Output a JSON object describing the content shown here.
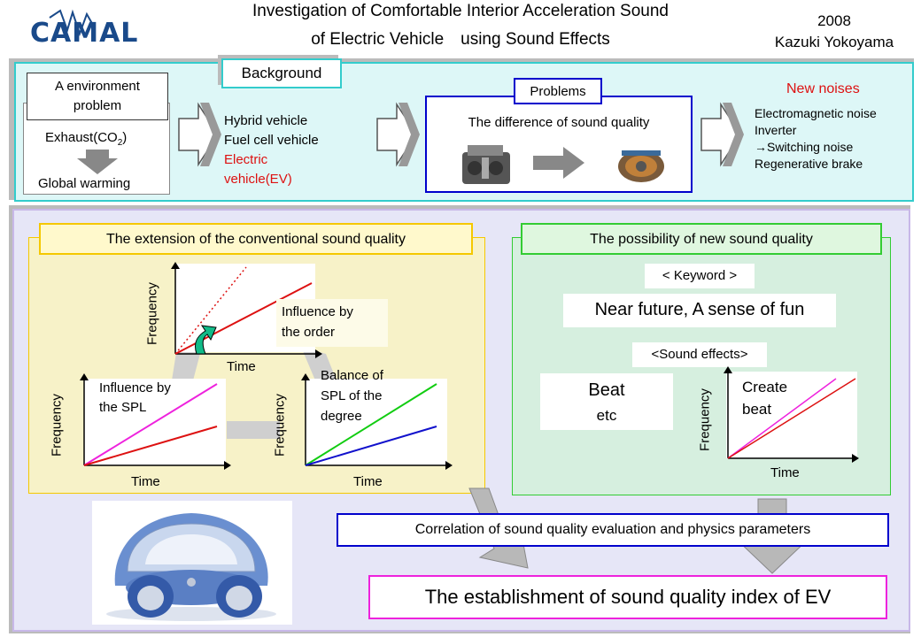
{
  "header": {
    "logo": "CAMAL",
    "title_line1": "Investigation of Comfortable Interior Acceleration Sound",
    "title_line2": "of Electric Vehicle　using Sound Effects",
    "year": "2008",
    "author": "Kazuki Yokoyama"
  },
  "background": {
    "tab": "Background",
    "env_title_line1": "A environment",
    "env_title_line2": "problem",
    "exhaust": "Exhaust(CO",
    "exhaust_sub": "2",
    "exhaust_end": ")",
    "global_warming": "Global warming",
    "vehicles": [
      "Hybrid vehicle",
      "Fuel cell vehicle"
    ],
    "ev_line1": "Electric",
    "ev_line2": "vehicle(EV)",
    "problems_tab": "Problems",
    "problems_text": "The difference of sound quality",
    "new_noises": "New noises",
    "noises": [
      "Electromagnetic noise",
      "Inverter",
      "→Switching noise",
      "Regenerative brake"
    ]
  },
  "conventional": {
    "title": "The extension of the conventional sound quality",
    "order_label_line1": "Influence by",
    "order_label_line2": "the order",
    "spl_label_line1": "Influence by",
    "spl_label_line2": "the SPL",
    "balance_line1": "Balance of",
    "balance_line2": "SPL of the",
    "balance_line3": "degree",
    "freq": "Frequency",
    "time": "Time"
  },
  "new_quality": {
    "title": "The possibility of new sound quality",
    "keyword_tag": "< Keyword >",
    "keyword": "Near future, A sense of fun",
    "effects_tag": "<Sound effects>",
    "beat": "Beat",
    "etc": "etc",
    "create_line1": "Create",
    "create_line2": "beat",
    "freq": "Frequency",
    "time": "Time"
  },
  "correlation": "Correlation of sound quality evaluation and physics parameters",
  "establishment": "The establishment of sound quality index of EV",
  "colors": {
    "cyan_border": "#33cccc",
    "cyan_bg": "#ddf7f7",
    "lavender_bg": "#e6e6f7",
    "yellow_border": "#f5c800",
    "yellow_bg": "#f7f2c8",
    "green_border": "#33cc33",
    "green_bg": "#d6efdf",
    "blue": "#0000cc",
    "magenta": "#ee22dd",
    "red": "#dd1111"
  }
}
